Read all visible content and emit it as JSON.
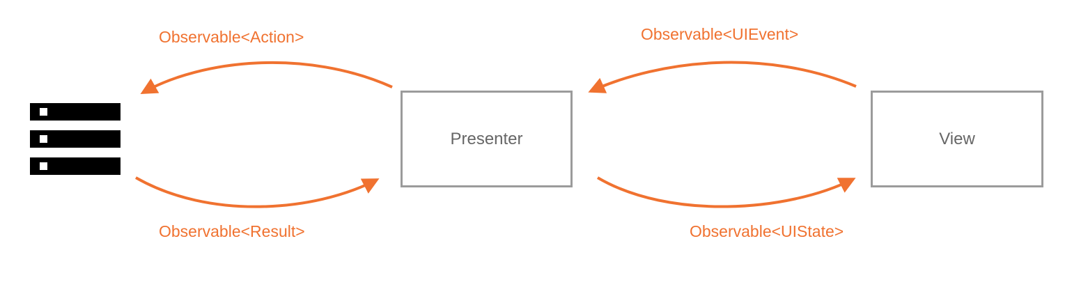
{
  "colors": {
    "accent": "#f07230",
    "box_border": "#9b9b9b",
    "node_text": "#666666",
    "server": "#000000"
  },
  "nodes": {
    "presenter": {
      "label": "Presenter"
    },
    "view": {
      "label": "View"
    },
    "data_source": {
      "icon": "server-icon"
    }
  },
  "edges": {
    "presenter_to_source": {
      "label": "Observable<Action>"
    },
    "source_to_presenter": {
      "label": "Observable<Result>"
    },
    "view_to_presenter": {
      "label": "Observable<UIEvent>"
    },
    "presenter_to_view": {
      "label": "Observable<UIState>"
    }
  }
}
